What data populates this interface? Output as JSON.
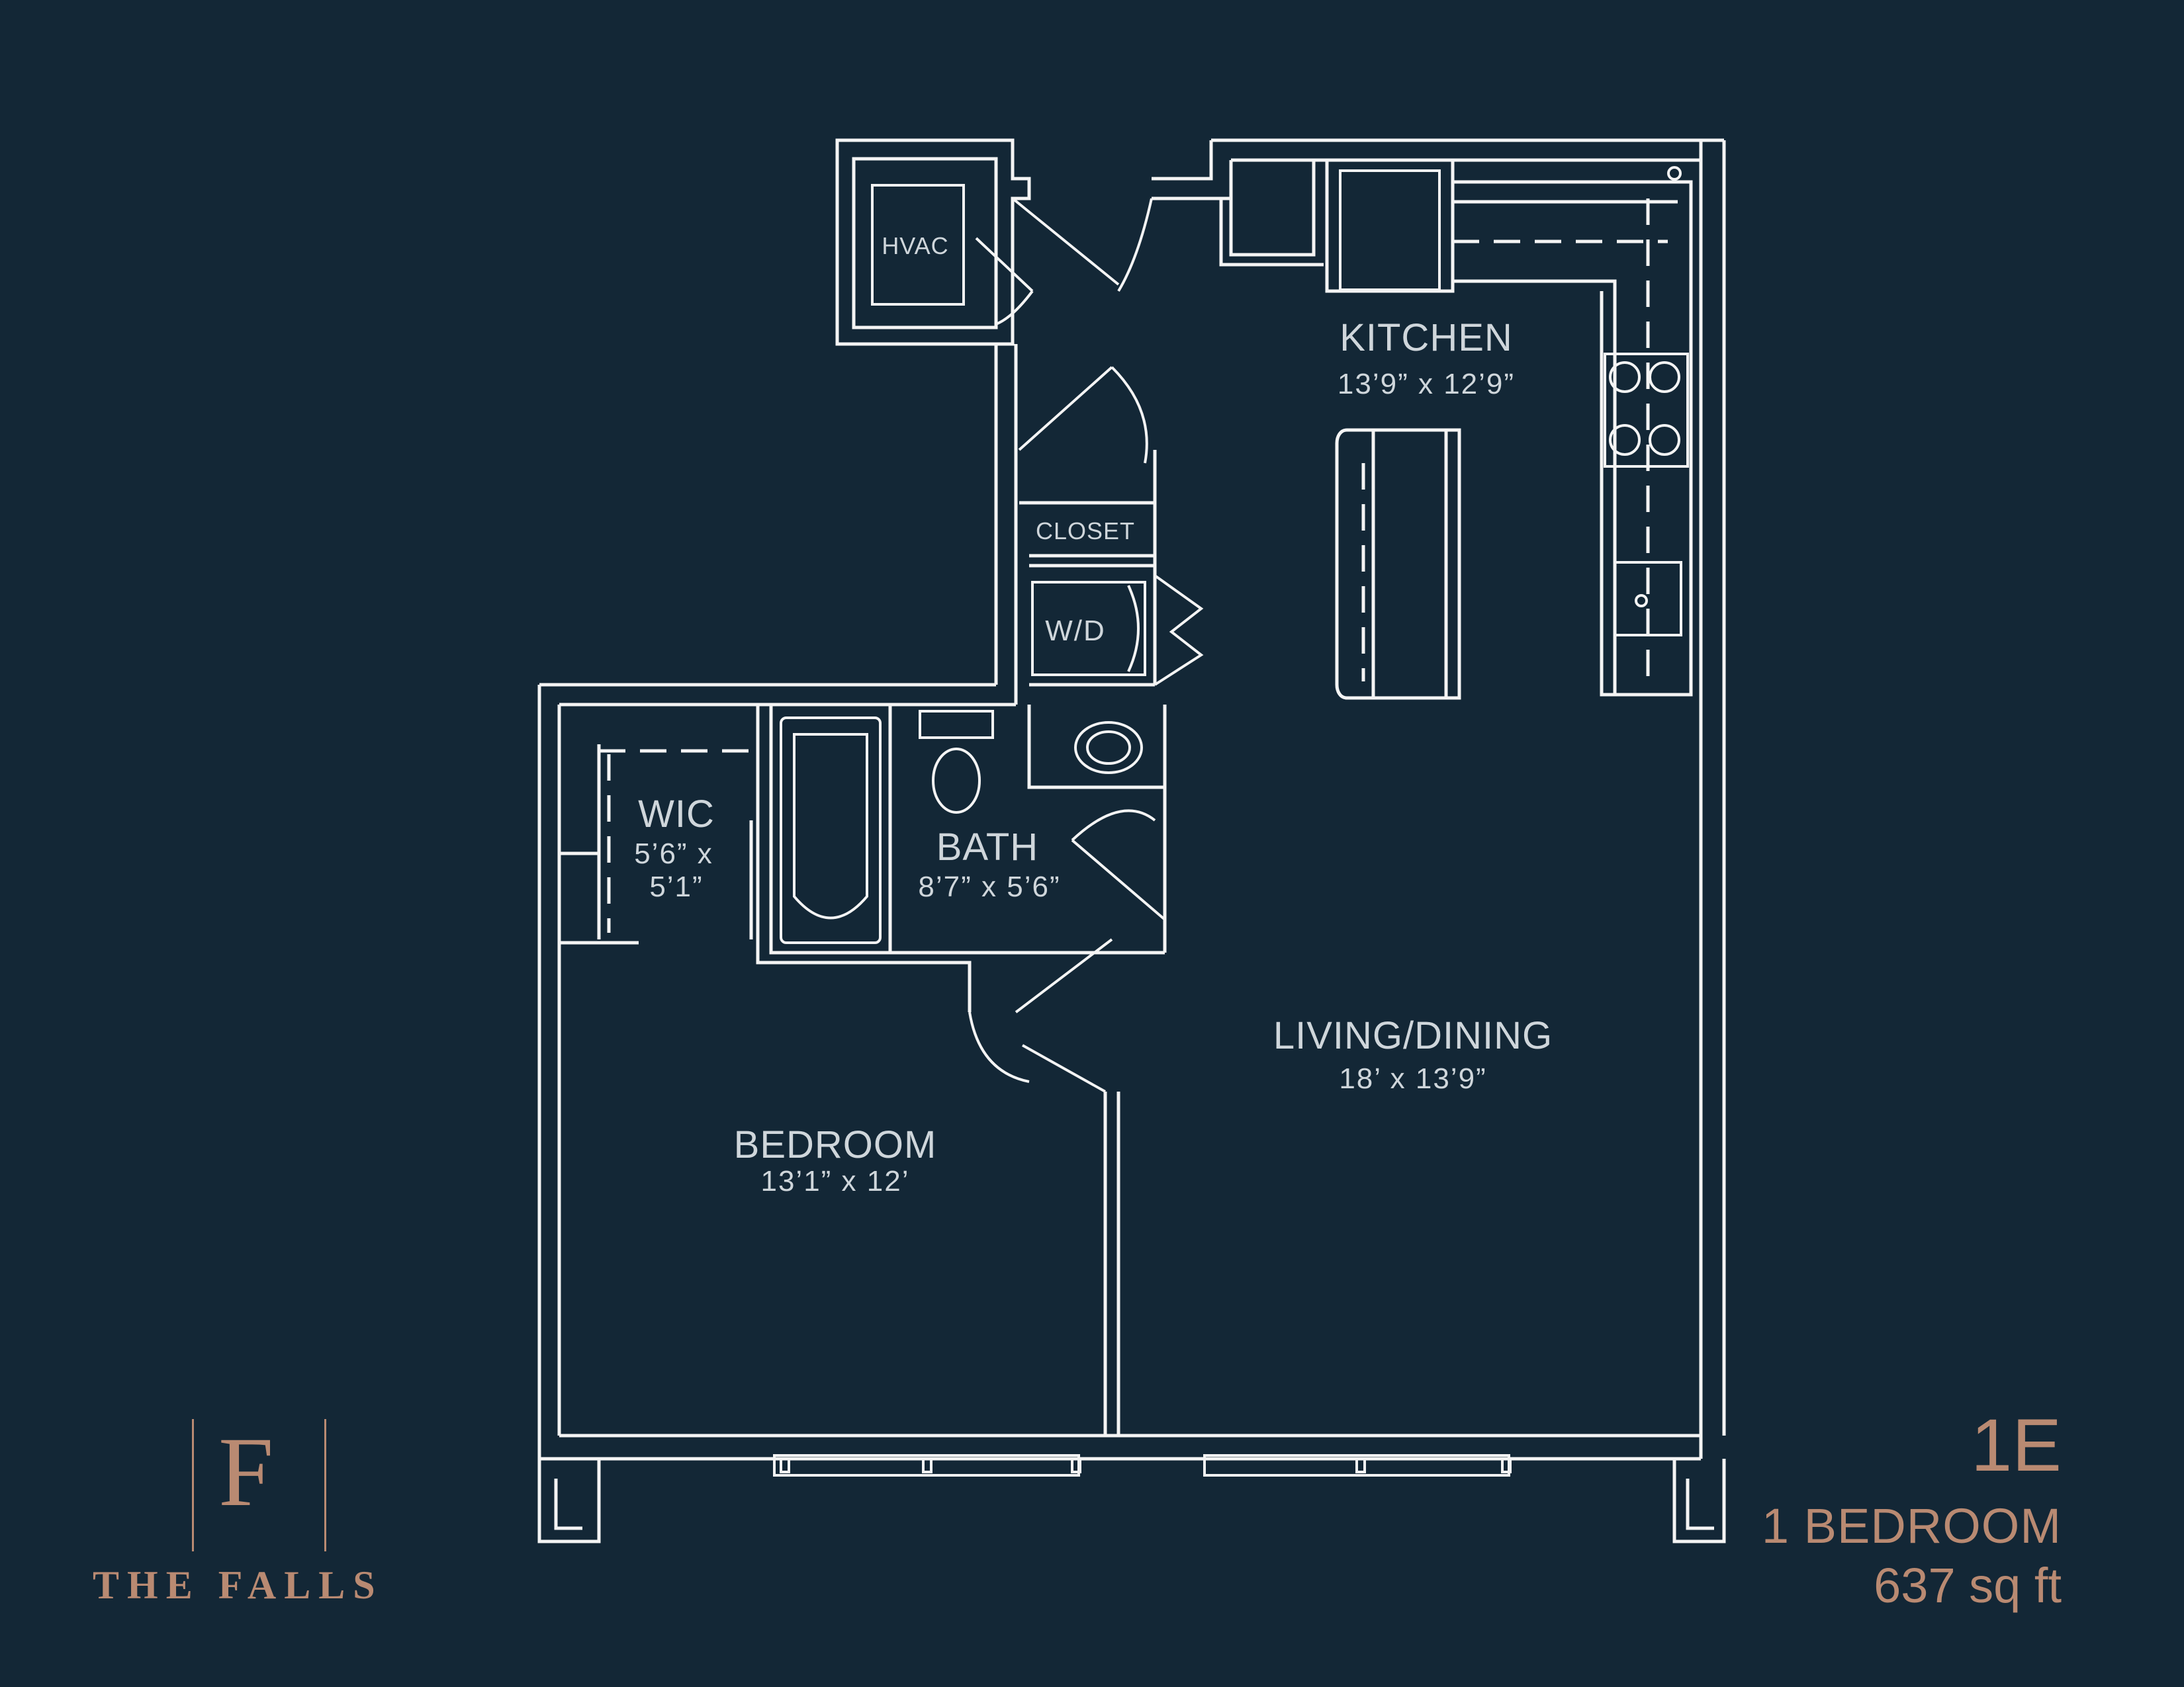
{
  "rooms": {
    "hvac": "HVAC",
    "kitchen": {
      "name": "KITCHEN",
      "dims": "13’9” x 12’9”"
    },
    "closet": "CLOSET",
    "wd": "W/D",
    "wic": {
      "name": "WIC",
      "dims_line1": "5’6” x",
      "dims_line2": "5’1”"
    },
    "bath": {
      "name": "BATH",
      "dims": "8’7” x 5’6”"
    },
    "living": {
      "name": "LIVING/DINING",
      "dims": "18’ x 13’9”"
    },
    "bedroom": {
      "name": "BEDROOM",
      "dims": "13’1” x 12’"
    }
  },
  "brand": {
    "logo_letter": "F",
    "name": "THE FALLS"
  },
  "unit": {
    "code": "1E",
    "type": "1 BEDROOM",
    "area": "637 sq ft"
  },
  "colors": {
    "background": "#132736",
    "lines": "#f4f4f4",
    "accent": "#b98a72"
  }
}
